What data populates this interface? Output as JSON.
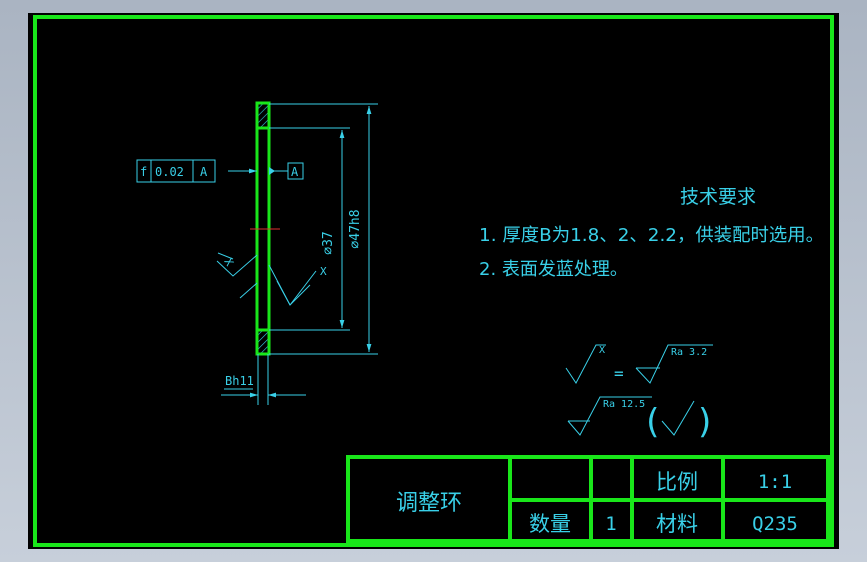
{
  "tolerance_frame": {
    "symbol": "f",
    "value": "0.02",
    "datum": "A"
  },
  "datum_label": "A",
  "dimensions": {
    "inner_diameter": "⌀37",
    "outer_diameter": "⌀47h8",
    "thickness": "Bh11"
  },
  "roughness_marks": {
    "surface_left": "X",
    "surface_mid": "X"
  },
  "technical_requirements": {
    "title": "技术要求",
    "item1": "1. 厚度B为1.8、2、2.2，供装配时选用。",
    "item2": "2. 表面发蓝处理。"
  },
  "roughness_legend": {
    "symbol_x": "X",
    "eq": "=",
    "ra_value": "Ra 3.2",
    "general_ra": "Ra 12.5",
    "paren_open": "(",
    "paren_close": ")"
  },
  "title_block": {
    "part_name": "调整环",
    "scale_label": "比例",
    "scale_value": "1:1",
    "qty_label": "数量",
    "qty_value": "1",
    "material_label": "材料",
    "material_value": "Q235"
  },
  "colors": {
    "border": "#19e61a",
    "drawing": "#39d0e8",
    "center_mark": "#e03030",
    "background": "#000000"
  }
}
